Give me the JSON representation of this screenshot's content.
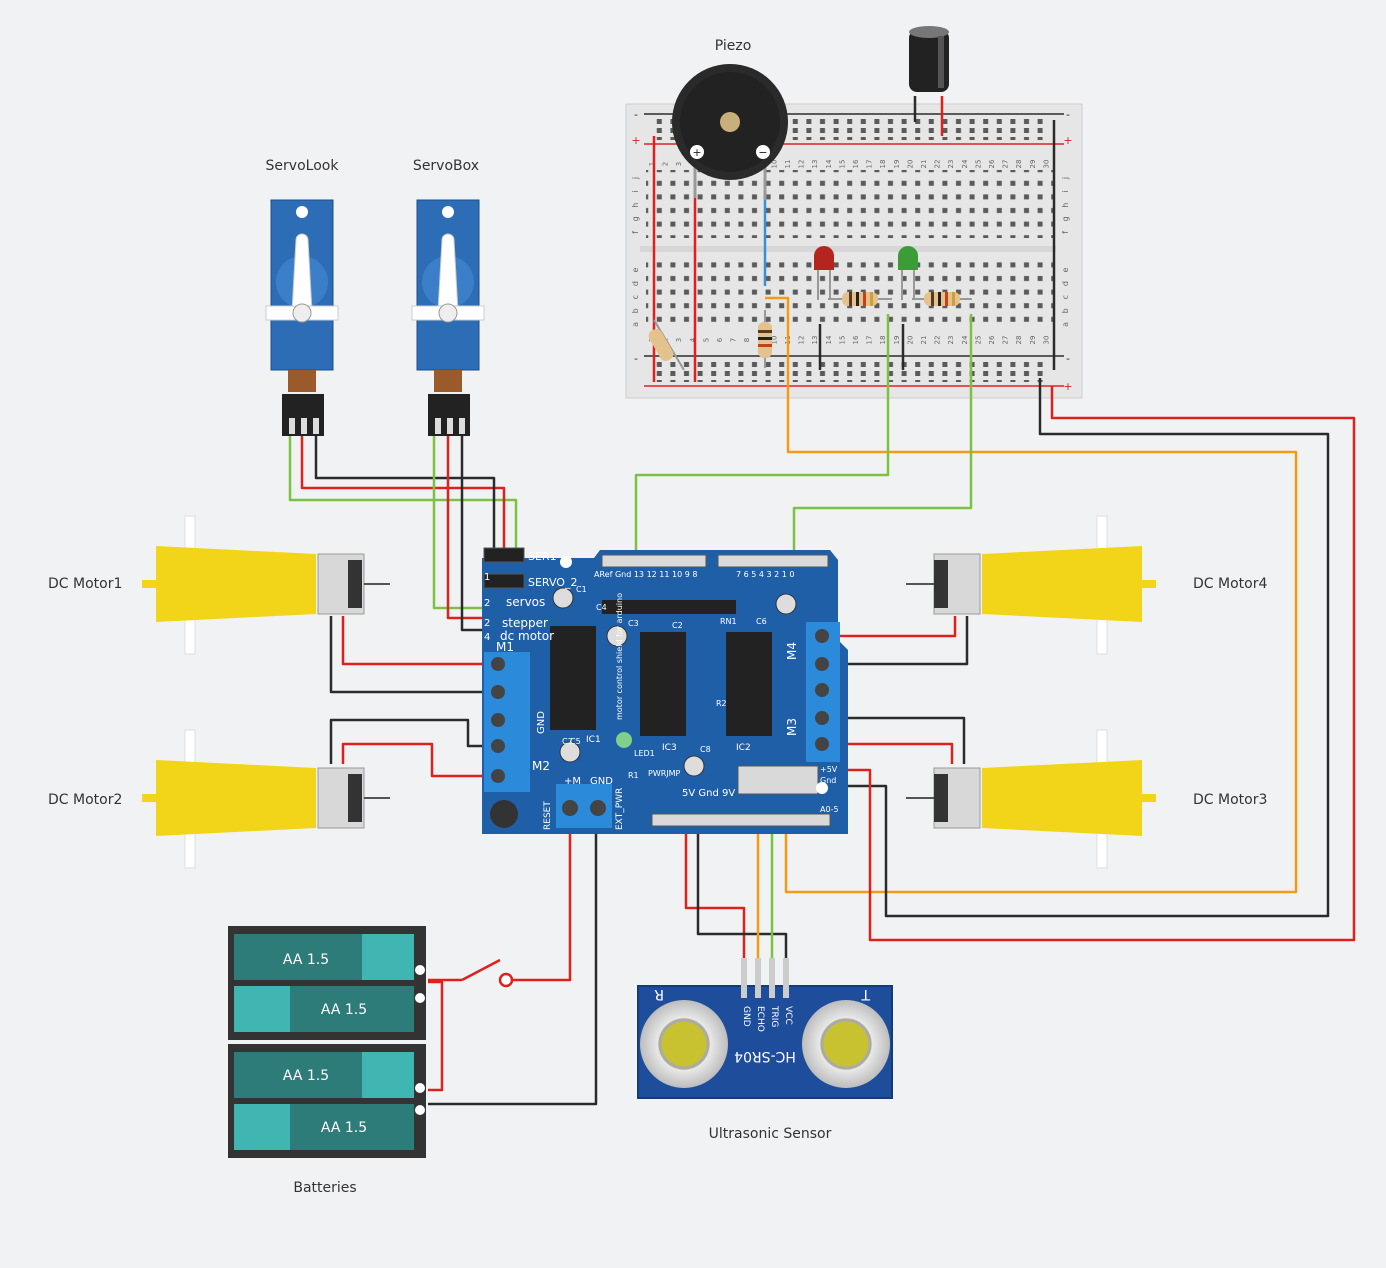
{
  "labels": {
    "piezo": "Piezo",
    "servo_look": "ServoLook",
    "servo_box": "ServoBox",
    "dc_motor1": "DC Motor1",
    "dc_motor2": "DC Motor2",
    "dc_motor3": "DC Motor3",
    "dc_motor4": "DC Motor4",
    "ultrasonic": "Ultrasonic Sensor",
    "batteries": "Batteries"
  },
  "battery_cells": [
    "AA 1.5",
    "AA 1.5",
    "AA 1.5",
    "AA 1.5"
  ],
  "shield": {
    "ser1": "SER1",
    "servo2": "SERVO_2",
    "servos": "servos",
    "stepper": "stepper",
    "dc_motor": "dc motor",
    "num1": "1",
    "num2": "2",
    "num2b": "2",
    "num4": "4",
    "m1": "M1",
    "m2": "M2",
    "m3": "M3",
    "m4": "M4",
    "gnd_side": "GND",
    "ic1": "IC1",
    "ic2": "IC2",
    "ic3": "IC3",
    "c1": "C1",
    "c2": "C2",
    "c3": "C3",
    "c4": "C4",
    "c5": "C5",
    "c6": "C6",
    "c7": "C7",
    "c8": "C8",
    "rn1": "RN1",
    "r1": "R1",
    "r2": "R2",
    "led1": "LED1",
    "pwrjmp": "PWRJMP",
    "plus_m": "+M",
    "gnd": "GND",
    "reset": "RESET",
    "ext_pwr": "EXT_PWR",
    "power_row": "5V Gnd 9V",
    "plus5v": "+5V",
    "gnd_small": "Gnd",
    "a0_5": "A0-5",
    "digital_left": "ARef Gnd 13 12 11 10 9 8",
    "digital_right": "7 6 5 4 3 2 1 0",
    "silk": "motor control shield for arduino"
  },
  "sensor": {
    "model": "HC-SR04",
    "pins": [
      "GND",
      "ECHO",
      "TRIG",
      "VCC"
    ],
    "t": "T",
    "r": "R"
  },
  "breadboard": {
    "rows_top": [
      "j",
      "i",
      "h",
      "g",
      "f"
    ],
    "rows_bottom": [
      "e",
      "d",
      "c",
      "b",
      "a"
    ],
    "columns": [
      "1",
      "2",
      "3",
      "4",
      "5",
      "6",
      "7",
      "8",
      "9",
      "10",
      "11",
      "12",
      "13",
      "14",
      "15",
      "16",
      "17",
      "18",
      "19",
      "20",
      "21",
      "22",
      "23",
      "24",
      "25",
      "26",
      "27",
      "28",
      "29",
      "30"
    ],
    "rail_plus": "+",
    "rail_minus": "-"
  },
  "wire_colors": {
    "red": "#e0201c",
    "black": "#2b2b2b",
    "green": "#7cc242",
    "orange": "#f39c12",
    "blue": "#3b8fd4"
  },
  "colors": {
    "shield": "#1f5fa8",
    "motor": "#f2d518",
    "servo": "#2d6db5",
    "battery": "#2d7c7a",
    "battery_cell": "#3fb6b2",
    "sensor": "#1e4e9b"
  }
}
